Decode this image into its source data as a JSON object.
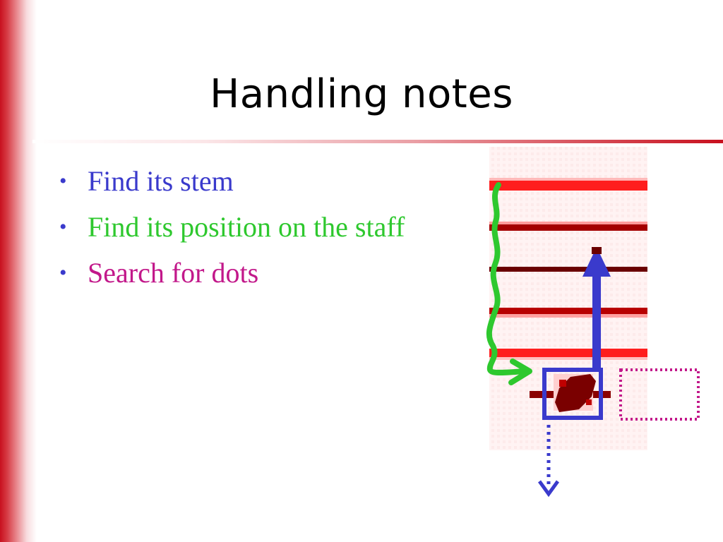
{
  "slide": {
    "title": "Handling notes",
    "bullets": [
      {
        "text": "Find its stem",
        "color": "#3a3acc"
      },
      {
        "text": "Find its position on the staff",
        "color": "#2ec82e"
      },
      {
        "text": "Search for dots",
        "color": "#c2188a"
      }
    ],
    "bullet_glyph": "•"
  },
  "colors": {
    "accent_red": "#c8101e",
    "staff_dark": "#6a0000",
    "staff_bright": "#ff1e1e",
    "notehead": "#7a0000",
    "stem_arrow": "#3a3acc",
    "wave_arrow": "#2ec82e",
    "dot_box": "#c2188a"
  }
}
